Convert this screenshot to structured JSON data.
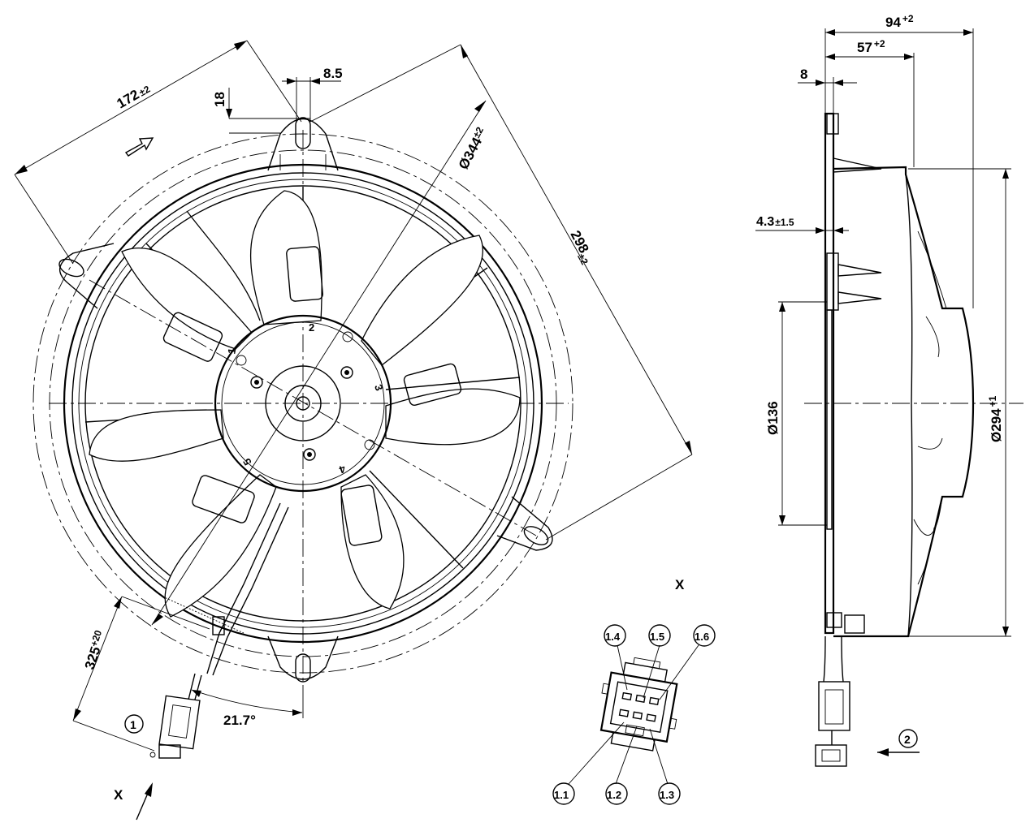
{
  "dimensions": {
    "width_172": "172",
    "tol_172": "±2",
    "dim_8_5": "8.5",
    "dim_18": "18",
    "dia_344": "Ø344",
    "tol_344": "±2",
    "dim_298": "298",
    "tol_298": "±2",
    "cable_325": "325",
    "tol_325": "+20",
    "angle": "21.7°",
    "depth_94": "94",
    "tol_94": "+2",
    "depth_57": "57",
    "tol_57": "+2",
    "flange_8": "8",
    "gap_4_3": "4.3",
    "tol_4_3": "±1.5",
    "dia_136": "Ø136",
    "dia_294": "Ø294",
    "tol_294": "+1"
  },
  "hub_marks": [
    "1",
    "2",
    "3",
    "4",
    "5"
  ],
  "callouts": {
    "c1": "1",
    "c2": "2",
    "pins": [
      "1.4",
      "1.5",
      "1.6",
      "1.1",
      "1.2",
      "1.3"
    ]
  },
  "view_labels": {
    "x_left": "X",
    "x_detail": "X"
  }
}
